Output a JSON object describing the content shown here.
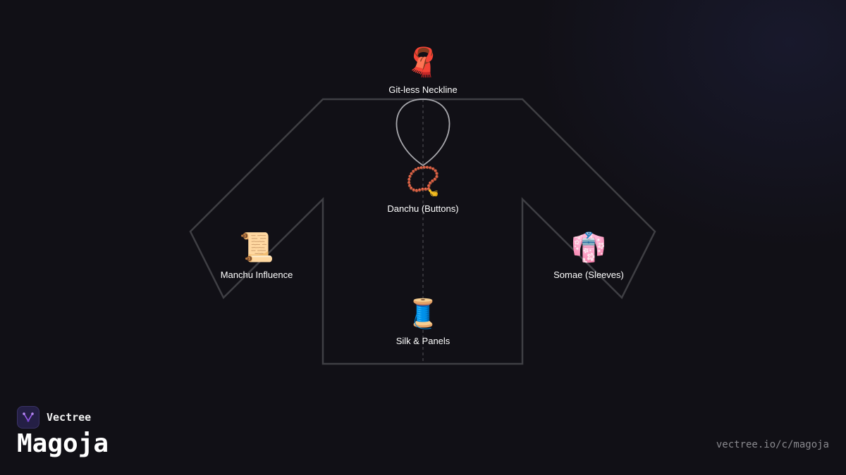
{
  "diagram": {
    "nodes": [
      {
        "id": "neckline",
        "emoji": "🧣",
        "label": "Git-less Neckline"
      },
      {
        "id": "danchu",
        "emoji": "📿",
        "label": "Danchu (Buttons)"
      },
      {
        "id": "manchu",
        "emoji": "📜",
        "label": "Manchu Influence"
      },
      {
        "id": "somae",
        "emoji": "👘",
        "label": "Somae (Sleeves)"
      },
      {
        "id": "silk",
        "emoji": "🧵",
        "label": "Silk & Panels"
      }
    ]
  },
  "footer": {
    "brand": "Vectree",
    "title": "Magoja",
    "url": "vectree.io/c/magoja"
  },
  "colors": {
    "background": "#111016",
    "outline": "#3f3f44",
    "neckline": "#a8a8ad",
    "logo_accent": "#9b5cf0"
  }
}
